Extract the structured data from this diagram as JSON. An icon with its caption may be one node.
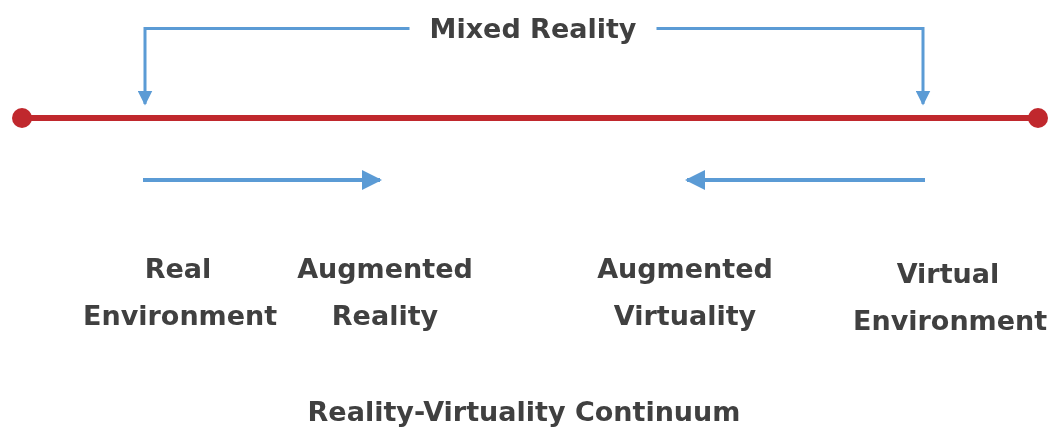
{
  "diagram": {
    "caption": "Reality-Virtuality Continuum",
    "nodes": [
      {
        "text": [
          "Mixed Reality"
        ]
      },
      {
        "text": [],
        "shape": "bar"
      }
    ],
    "edges": [
      {
        "from": 0,
        "to": 1,
        "arrow": "to"
      },
      {
        "from": 0,
        "to": 1,
        "arrow": "to"
      }
    ],
    "labels": [
      "Real Environment",
      "Augmented Reality",
      "Augmented Virtuality",
      "Virtual Environment"
    ]
  }
}
